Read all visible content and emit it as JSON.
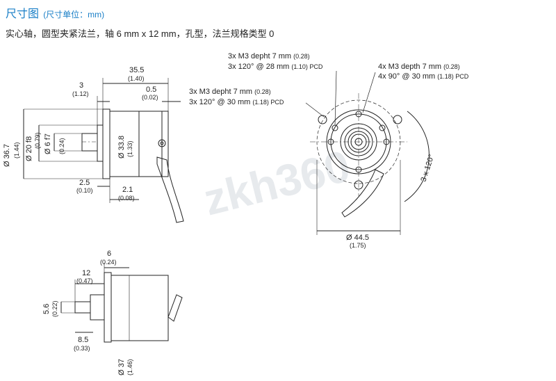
{
  "heading": {
    "title": "尺寸图",
    "unit_note": "(尺寸单位：mm)"
  },
  "subtitle": "实心轴，圆型夹紧法兰，轴 6 mm x 12 mm，孔型，法兰规格类型 0",
  "side_view": {
    "total_length": "35.5",
    "total_length_in": "(1.40)",
    "flange_3": "3",
    "flange_3_in": "(1.12)",
    "gap_05": "0.5",
    "gap_05_in": "(0.02)",
    "dia_367": "Ø 36.7",
    "dia_367_in": "(1.44)",
    "dia_20f8": "Ø 20 f8",
    "dia_20f8_in": "(0.79)",
    "dia_6f7": "Ø 6 f7",
    "dia_6f7_in": "(0.24)",
    "dia_338": "Ø 33.8",
    "dia_338_in": "(1.33)",
    "len_25": "2.5",
    "len_25_in": "(0.10)",
    "len_21": "2.1",
    "len_21_in": "(0.08)"
  },
  "front_view": {
    "note_a_line1": "3x M3 depht 7 mm",
    "note_a_line1_in": "(0.28)",
    "note_a_line2": "3x 120° @ 28 mm",
    "note_a_line2_in": "(1.10) PCD",
    "note_b_line1": "4x M3 depth 7 mm",
    "note_b_line1_in": "(0.28)",
    "note_b_line2": "4x 90° @ 30 mm",
    "note_b_line2_in": "(1.18) PCD",
    "note_c_line1": "3x M3 depht 7 mm",
    "note_c_line1_in": "(0.28)",
    "note_c_line2": "3x 120° @ 30 mm",
    "note_c_line2_in": "(1.18) PCD",
    "angle_label": "3 x 120°",
    "dia_445": "Ø 44.5",
    "dia_445_in": "(1.75)"
  },
  "bottom_view": {
    "len_6": "6",
    "len_6_in": "(0.24)",
    "len_12": "12",
    "len_12_in": "(0.47)",
    "dia_56": "5.6",
    "dia_56_in": "(0.22)",
    "len_85": "8.5",
    "len_85_in": "(0.33)",
    "dia_37": "Ø 37",
    "dia_37_in": "(1.46)"
  },
  "watermark": "zkh360"
}
